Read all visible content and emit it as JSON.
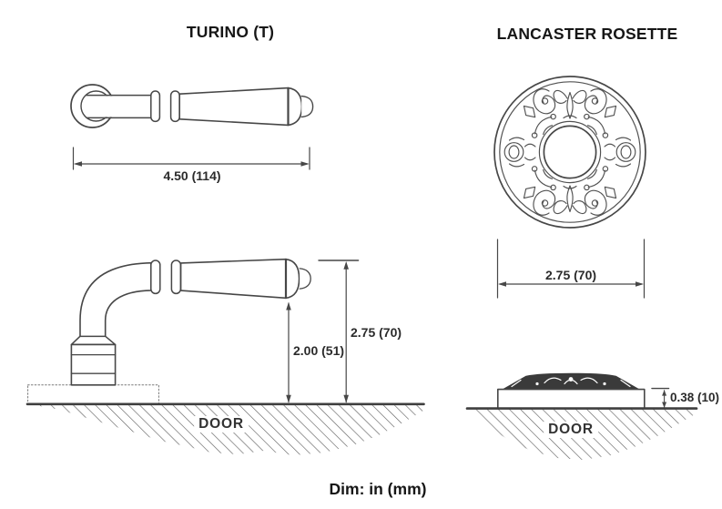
{
  "header": {
    "left_title": "TURINO (T)",
    "right_title": "LANCASTER ROSETTE"
  },
  "lever_top_view": {
    "length_dim": "4.50 (114)"
  },
  "rosette_front_view": {
    "diameter_dim": "2.75 (70)"
  },
  "lever_profile_view": {
    "grip_height_dim": "2.00 (51)",
    "overall_height_dim": "2.75 (70)",
    "door_label": "DOOR"
  },
  "rosette_profile_view": {
    "thickness_dim": "0.38 (10)",
    "door_label": "DOOR"
  },
  "footer": {
    "units_note": "Dim: in (mm)"
  },
  "colors": {
    "line": "#474747",
    "ornament_line": "#525252",
    "hatch": "#5f5f5f",
    "text": "#262626",
    "door_line": "#3f3f3f",
    "dome_fill": "#3a3a3a",
    "background": "#ffffff"
  }
}
